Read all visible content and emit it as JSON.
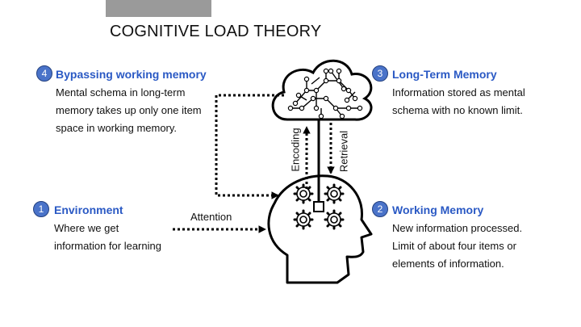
{
  "title": "COGNITIVE LOAD THEORY",
  "colors": {
    "accent": "#2a59c4",
    "badge": "#4a73c9",
    "topbar": "#9a9a9a"
  },
  "icons": [
    "cloud-network-icon",
    "head-gears-icon"
  ],
  "sections": {
    "bypass": {
      "number": "4",
      "heading": "Bypassing working memory",
      "lines": [
        "Mental schema in long-term",
        "memory takes up only one item",
        "space in working memory."
      ]
    },
    "longterm": {
      "number": "3",
      "heading": "Long-Term Memory",
      "lines": [
        "Information stored as mental",
        "schema with no known limit."
      ]
    },
    "environment": {
      "number": "1",
      "heading": "Environment",
      "lines": [
        "Where we get",
        "information for learning"
      ]
    },
    "working": {
      "number": "2",
      "heading": "Working Memory",
      "lines": [
        "New information processed.",
        "Limit of about four items or",
        "elements of information."
      ]
    }
  },
  "arrows": {
    "attention": "Attention",
    "encoding": "Encoding",
    "retrieval": "Retrieval"
  }
}
